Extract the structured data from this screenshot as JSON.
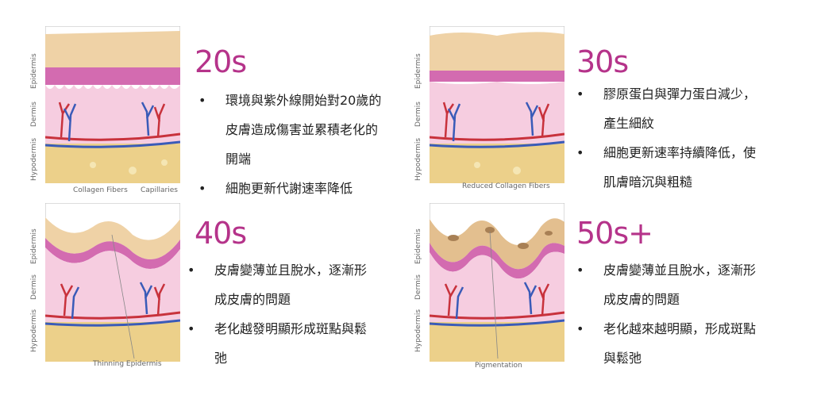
{
  "layers": [
    "Epidermis",
    "Dermis",
    "Hypodermis"
  ],
  "panels": [
    {
      "age": "20s",
      "captions": [
        "Collagen Fibers",
        "Capillaries"
      ],
      "bullets": [
        "環境與紫外線開始對20歲的皮膚造成傷害並累積老化的開端",
        "細胞更新代謝速率降低"
      ]
    },
    {
      "age": "30s",
      "captions": [
        "Reduced Collagen Fibers"
      ],
      "bullets": [
        "膠原蛋白與彈力蛋白減少，產生細紋",
        "細胞更新速率持續降低，使肌膚暗沉與粗糙"
      ]
    },
    {
      "age": "40s",
      "captions": [
        "Thinning Epidermis"
      ],
      "bullets": [
        "皮膚變薄並且脫水，逐漸形成皮膚的問題",
        "老化越發明顯形成斑點與鬆弛"
      ]
    },
    {
      "age": "50s+",
      "captions": [
        "Pigmentation"
      ],
      "bullets": [
        "皮膚變薄並且脫水，逐漸形成皮膚的問題",
        "老化越來越明顯，形成斑點與鬆弛"
      ]
    }
  ],
  "colors": {
    "age_text": "#b5338a",
    "epidermis": "#e8c49a",
    "epidermis_top": "#f2d7b0",
    "dermis_band": "#c85ba8",
    "dermis": "#f4c6dc",
    "hypodermis": "#e9c97c",
    "artery": "#c8323c",
    "vein": "#3a5bb8"
  }
}
